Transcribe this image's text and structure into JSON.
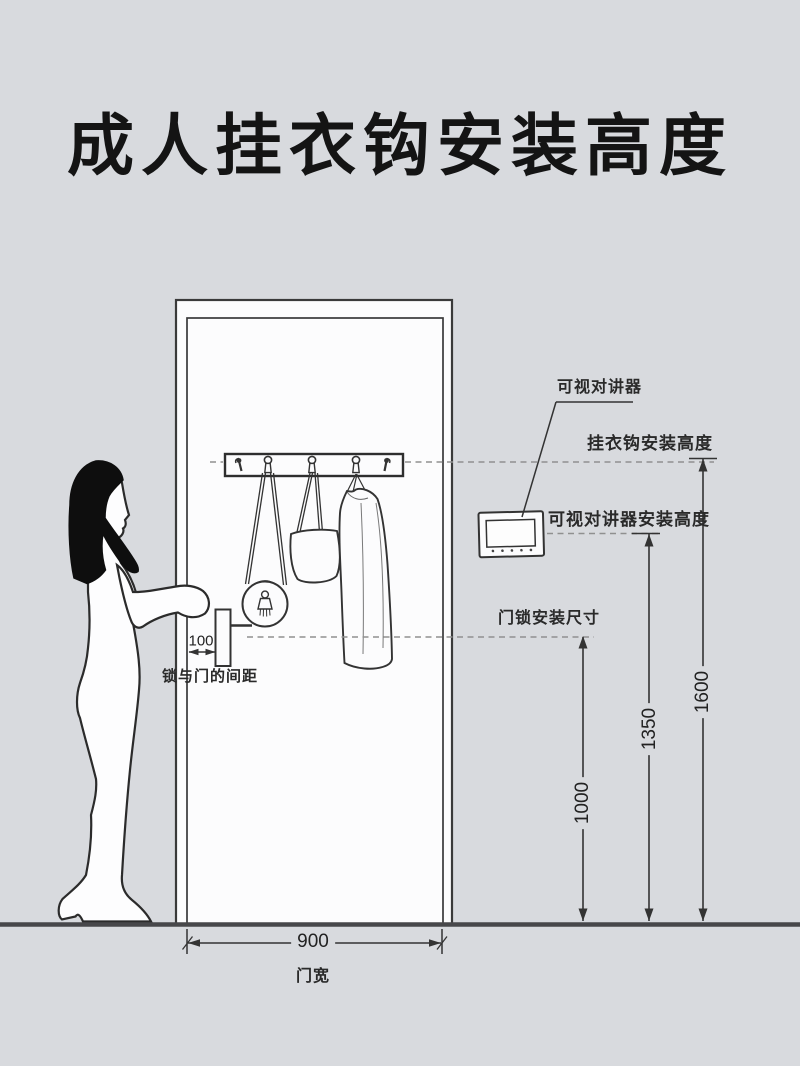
{
  "title": "成人挂衣钩安装高度",
  "labels": {
    "intercom": "可视对讲器",
    "hook_height": "挂衣钩安装高度",
    "intercom_height": "可视对讲器安装高度",
    "lock_size": "门锁安装尺寸",
    "lock_door_gap": "锁与门的间距",
    "door_width_caption": "门宽"
  },
  "dimensions": {
    "hook_height_mm": "1600",
    "intercom_height_mm": "1350",
    "lock_height_mm": "1000",
    "lock_gap_mm": "100",
    "door_width_mm": "900"
  },
  "colors": {
    "background": "#d8dade",
    "line": "#333333",
    "ground": "#47474a",
    "dashed": "#909090",
    "fill": "#fcfcfd"
  }
}
